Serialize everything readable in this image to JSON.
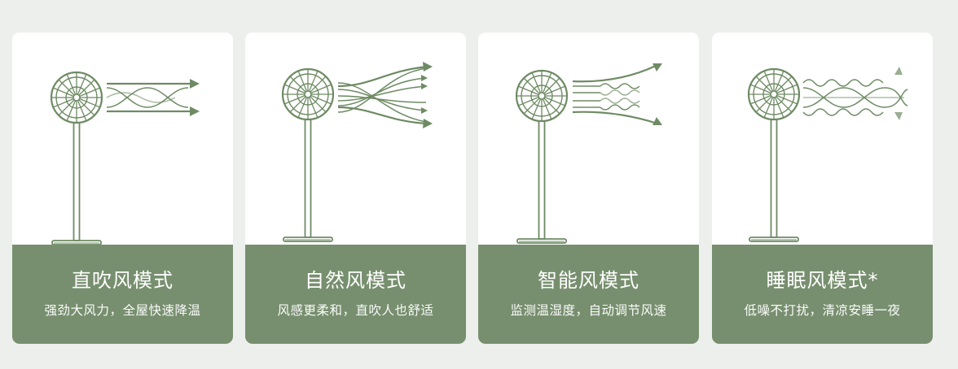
{
  "colors": {
    "background": "#ecefec",
    "card": "#ffffff",
    "caption": "#778f6e",
    "line": "#6e8b64",
    "text": "#ffffff"
  },
  "modes": [
    {
      "title": "直吹风模式",
      "subtitle": "强劲大风力，全屋快速降温",
      "icon": "direct-wind-fan-icon"
    },
    {
      "title": "自然风模式",
      "subtitle": "风感更柔和，直吹人也舒适",
      "icon": "natural-wind-fan-icon"
    },
    {
      "title": "智能风模式",
      "subtitle": "监测温湿度，自动调节风速",
      "icon": "smart-wind-fan-icon"
    },
    {
      "title": "睡眠风模式*",
      "subtitle": "低噪不打扰，清凉安睡一夜",
      "icon": "sleep-wind-fan-icon"
    }
  ]
}
